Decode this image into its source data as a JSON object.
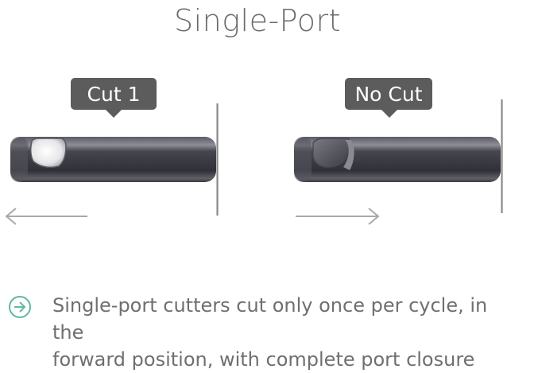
{
  "title": "Single-Port",
  "panels": [
    {
      "label": "Cut 1",
      "direction": "left"
    },
    {
      "label": "No Cut",
      "direction": "right"
    }
  ],
  "bullet": {
    "icon": "arrow-circle-right-icon",
    "icon_color": "#5fb8a4",
    "text_line1": "Single-port cutters cut only once per cycle, in the",
    "text_line2": "forward position, with complete port closure"
  },
  "colors": {
    "text": "#6f6f6f",
    "callout": "#5c5c5c",
    "tube": "#3f4048",
    "arrow": "#a9a9a9",
    "accent": "#5fb8a4"
  }
}
